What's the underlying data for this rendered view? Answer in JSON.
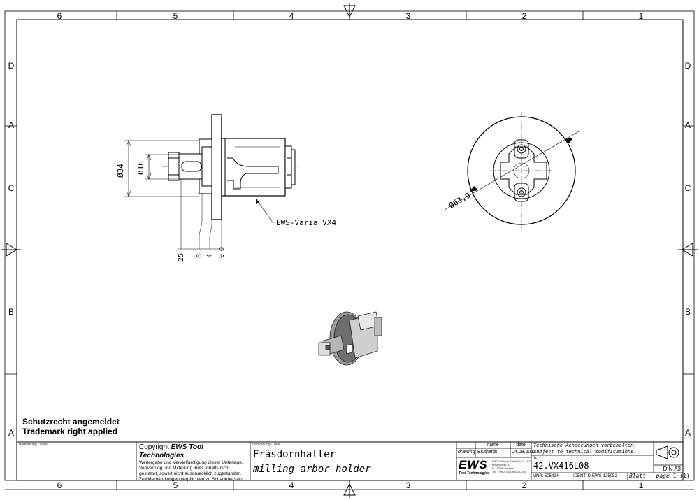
{
  "grid": {
    "columns": [
      "6",
      "5",
      "4",
      "3",
      "2",
      "1"
    ],
    "rows": [
      "D",
      "C",
      "B",
      "A"
    ]
  },
  "front_view": {
    "dimensions": [
      "Ø34",
      "Ø16",
      "25",
      "8",
      "4",
      "0"
    ],
    "callout": "EWS-Varia VX4"
  },
  "side_view": {
    "diameter": "Ø63,9"
  },
  "notice": {
    "line1": "Schutzrecht angemeldet",
    "line2": "Trademark right applied"
  },
  "title_block": {
    "remarks_label": "Bemerkung - Note",
    "copyright_prefix": "Copyright ",
    "copyright_brand": "EWS Tool Technologies",
    "copyright_text": [
      "Weitergabe und Vervielfaeltigung dieser Unterlage,",
      "Verwertung und Mitteilung ihres Inhalts nicht",
      "gestattet, soweit nicht ausdruecklich zugestanden.",
      "Zuwiderhandlungen verpflichten zu Schadenersatz."
    ],
    "title_label": "Benennung - Title",
    "title_de": "Fräsdornhalter",
    "title_en": "milling arbor holder",
    "col_name": "name",
    "col_date": "date",
    "row_label": "drawing",
    "drawer": "Bluthardt",
    "date": "04.09.2012",
    "logo": "EWS",
    "logo_sub": "Tool Technologies",
    "company_lines": [
      "EWS Weigele GmbH & Co. KG",
      "Maybachstr. 1",
      "D-73095 Uhingen",
      "Tel. +49(0)7161/93040-100"
    ],
    "notice_de": "Technische Aenderungen vorbehalten!",
    "notice_en": "Subject to technical modifications!",
    "nr_label": "Nr.",
    "part_number": "42.VX416L08",
    "mnr": "MNR: 505424",
    "ident": "IDENT: D-EWS-125052 -",
    "sheet_label": "Blatt - page",
    "sheet_value": "1 (1)",
    "format": "DIN A3"
  }
}
